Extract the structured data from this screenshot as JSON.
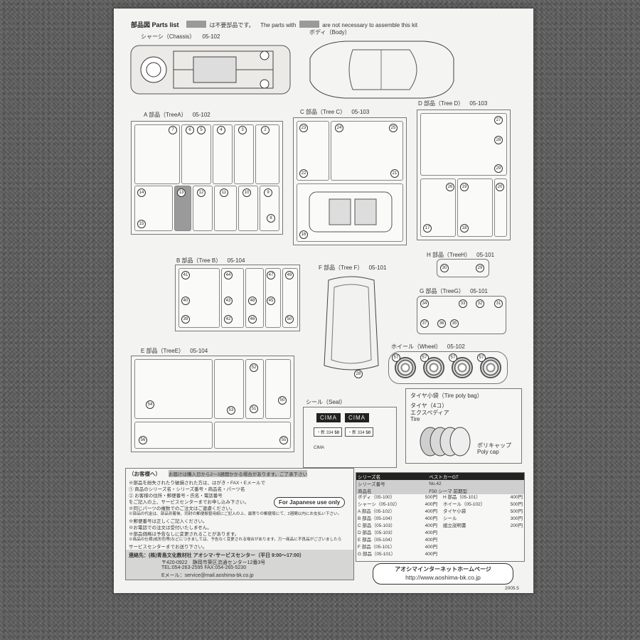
{
  "header": {
    "title": "部品図 Parts list",
    "note_jp": "は不要部品です。",
    "note_en1": "The parts with",
    "note_en2": "are not necessary to assemble this kit"
  },
  "chassis": {
    "label": "シャーシ（Chassis）",
    "code": "05-102"
  },
  "body": {
    "label": "ボディ（Body）"
  },
  "trees": {
    "a": {
      "label": "A 部品（TreeA）",
      "code": "05-102",
      "parts": [
        "7",
        "6",
        "5",
        "4",
        "3",
        "2",
        "14",
        "13",
        "12",
        "11",
        "10",
        "9",
        "8",
        "15"
      ]
    },
    "c": {
      "label": "C 部品（Tree C）",
      "code": "05-103",
      "parts": [
        "23",
        "24",
        "25",
        "21",
        "22",
        "16"
      ]
    },
    "d": {
      "label": "D 部品（Tree D）",
      "code": "05-103",
      "parts": [
        "27",
        "28",
        "29",
        "26",
        "19",
        "18",
        "17",
        "20"
      ]
    },
    "b": {
      "label": "B 部品（Tree B）",
      "code": "05-104",
      "parts": [
        "41",
        "44",
        "47",
        "49",
        "40",
        "43",
        "48",
        "45",
        "39",
        "42",
        "46",
        "50"
      ]
    },
    "f": {
      "label": "F 部品（Tree F）",
      "code": "05-101",
      "parts": [
        "28"
      ]
    },
    "h": {
      "label": "H 部品（TreeH）",
      "code": "05-101",
      "parts": [
        "30",
        "29"
      ]
    },
    "g": {
      "label": "G 部品（TreeG）",
      "code": "05-101",
      "parts": [
        "34",
        "33",
        "32",
        "31",
        "37",
        "36",
        "35"
      ]
    },
    "e": {
      "label": "E 部品（TreeE）",
      "code": "05-104",
      "parts": [
        "54",
        "53",
        "52",
        "51",
        "50",
        "55",
        "56"
      ]
    }
  },
  "wheel": {
    "label": "ホイール（Wheel）",
    "code": "05-102",
    "parts": [
      "57",
      "57",
      "57",
      "57"
    ]
  },
  "seal": {
    "label": "シール（Seal）",
    "brand": "CIMA",
    "plate1": "・新 334",
    "plate2": "50"
  },
  "tire": {
    "label": "タイヤ小袋（Tire poly bag）",
    "jp": "タイヤ（4コ）",
    "brand": "エクスペディア",
    "en": "Tire",
    "cap_jp": "ポリキャップ",
    "cap_en": "Poly cap"
  },
  "customer": {
    "title": "（お客様へ）",
    "line1": "お届けは購入日から2〜3週間かかる場合があります。ご了承下さい",
    "line2": "※部品を紛失されたり破損された方は、はがき・FAX・Eメールで",
    "line3": "① 商品のシリーズ名・シリーズ番号・商品名・パーツ名",
    "line4": "② お客様の住所・郵便番号・氏名・電話番号",
    "line5": "をご記入の上、サービスセンターまでお申し込み下さい。",
    "line6": "※同じパーツの複数でのご注文はご遠慮ください。",
    "line7": "※部品の代金は、部品到着後、同封の郵便振替用紙にご記入の上、最寄りの郵便局にて、2週間以内にお支払い下さい。",
    "line8": "※郵便番号は正しくご記入ください。",
    "line9": "※お電話での注文は受付いたしません。",
    "line10": "※部品価格は予告なしに変更されることがあります。",
    "line11": "※商品の仕様(成形色等)などにつきましては、予告なく変更される場合があります。万一商品に不良品がございましたら",
    "line12": "サービスセンターまでお送り下さい。",
    "japan_only": "For Japanese use only",
    "contact": "連絡先：(株)青島文化教材社 アオシマ･サービスセンター（平日 9:00〜17:00）",
    "address": "〒420-0922　静岡市葵区流通センター12番3号",
    "tel": "TEL:054-263-2595 FAX:054-265-5230",
    "email": "Eメール：service@mail.aoshima-bk.co.jp"
  },
  "product": {
    "series_name_label": "シリーズ名",
    "series_name": "ベストカーGT",
    "series_no_label": "シリーズ番号",
    "series_no": "No.42",
    "product_label": "商品名",
    "product": "F50 シーマ 前期型"
  },
  "prices_left": [
    {
      "name": "ボディ（05-100）",
      "price": "500円"
    },
    {
      "name": "シャーシ（05-102）",
      "price": "400円"
    },
    {
      "name": "A 部品（05-102）",
      "price": "400円"
    },
    {
      "name": "B 部品（05-104）",
      "price": "400円"
    },
    {
      "name": "C 部品（05-103）",
      "price": "400円"
    },
    {
      "name": "D 部品（05-103）",
      "price": "400円"
    },
    {
      "name": "E 部品（05-104）",
      "price": "400円"
    },
    {
      "name": "F 部品（05-101）",
      "price": "400円"
    },
    {
      "name": "G 部品（05-101）",
      "price": "400円"
    }
  ],
  "prices_right": [
    {
      "name": "H 部品（05-101）",
      "price": "400円"
    },
    {
      "name": "ホイール（05-102）",
      "price": "500円"
    },
    {
      "name": "タイヤ小袋",
      "price": "500円"
    },
    {
      "name": "シール",
      "price": "300円"
    },
    {
      "name": "組立説明書",
      "price": "200円"
    }
  ],
  "footer": {
    "homepage_title": "アオシマインターネットホームページ",
    "url": "http://www.aoshima-bk.co.jp",
    "date": "2005.5"
  }
}
